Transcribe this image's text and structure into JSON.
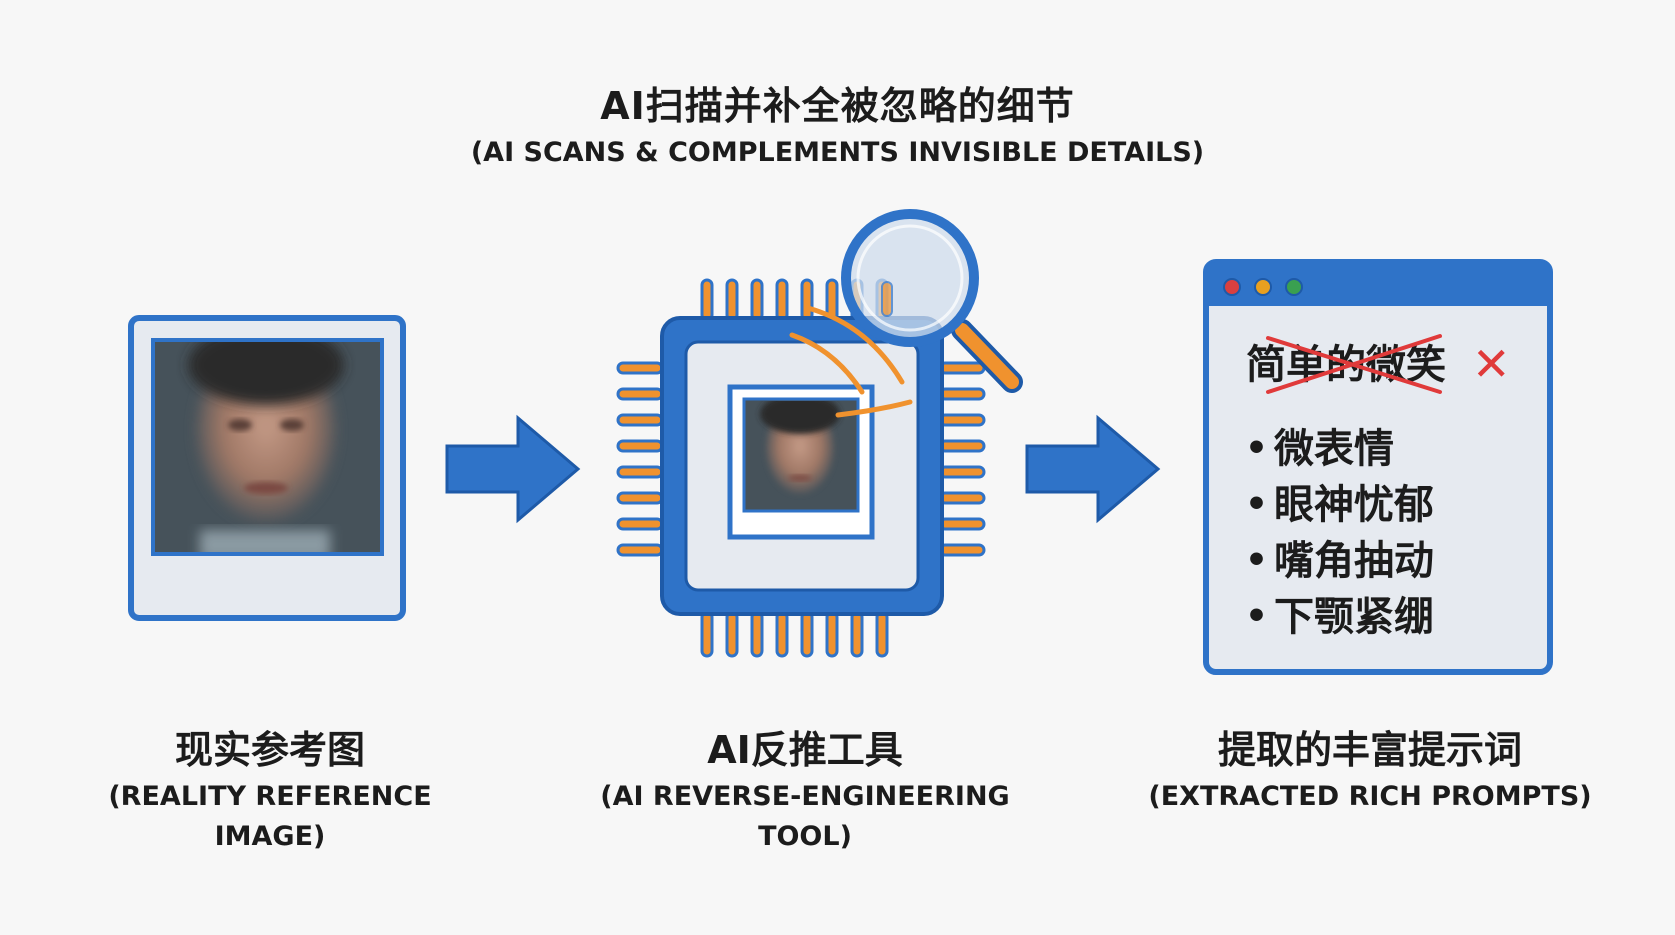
{
  "header": {
    "title_zh": "AI扫描并补全被忽略的细节",
    "title_en": "(AI SCANS & COMPLEMENTS INVISIBLE DETAILS)"
  },
  "prompt_window": {
    "rejected_prompt": "简单的微笑",
    "rejected_mark": "✕",
    "bullet_char": "•",
    "items": [
      "微表情",
      "眼神忧郁",
      "嘴角抽动",
      "下颚紧绷"
    ],
    "dot_colors": [
      "#d94040",
      "#e8a020",
      "#3aa050"
    ]
  },
  "captions": {
    "left": {
      "zh": "现实参考图",
      "en_line1": "(REALITY REFERENCE",
      "en_line2": "IMAGE)"
    },
    "middle": {
      "zh": "AI反推工具",
      "en_line1": "(AI REVERSE-ENGINEERING",
      "en_line2": "TOOL)"
    },
    "right": {
      "zh": "提取的丰富提示词",
      "en_line1": "(EXTRACTED RICH PROMPTS)",
      "en_line2": ""
    }
  },
  "colors": {
    "primary_blue": "#2f73c8",
    "frame_fill": "#e6eaf0",
    "accent_orange": "#f0922e",
    "strike_red": "#e03a3a",
    "photo_dark": "#46525a"
  },
  "icons": {
    "photo": "photo-frame-icon",
    "chip": "processor-chip-icon",
    "magnifier": "magnifier-icon",
    "signal": "scan-waves-icon",
    "arrow": "right-arrow-icon",
    "window": "browser-window-icon"
  }
}
